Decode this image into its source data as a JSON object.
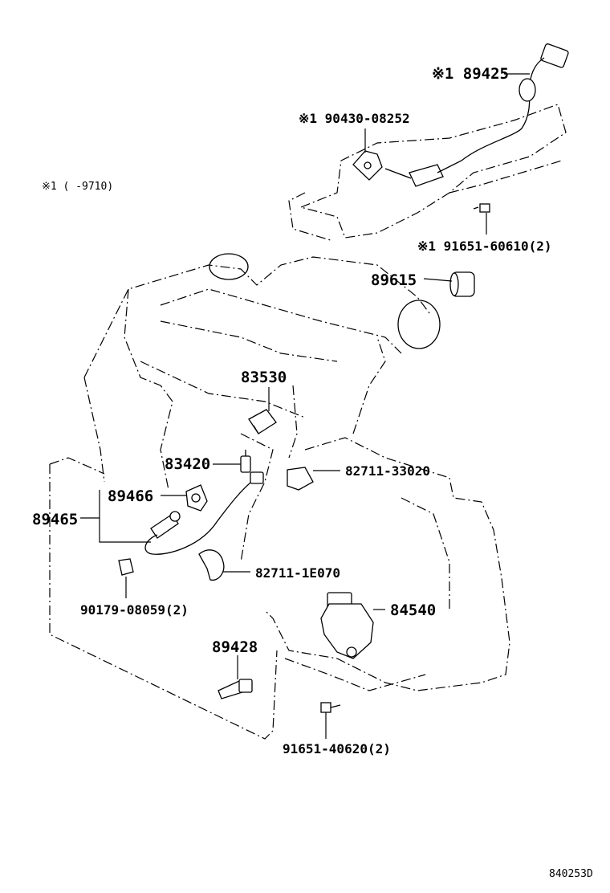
{
  "note": "※1 (   -9710)",
  "drawing_id": "840253D",
  "parts": {
    "p89425": "※1 89425",
    "p90430": "※1 90430-08252",
    "p91651a": "※1 91651-60610(2)",
    "p89615": "89615",
    "p83530": "83530",
    "p83420": "83420",
    "p82711a": "82711-33020",
    "p89466": "89466",
    "p89465": "89465",
    "p82711b": "82711-1E070",
    "p90179": "90179-08059(2)",
    "p84540": "84540",
    "p89428": "89428",
    "p91651b": "91651-40620(2)"
  }
}
